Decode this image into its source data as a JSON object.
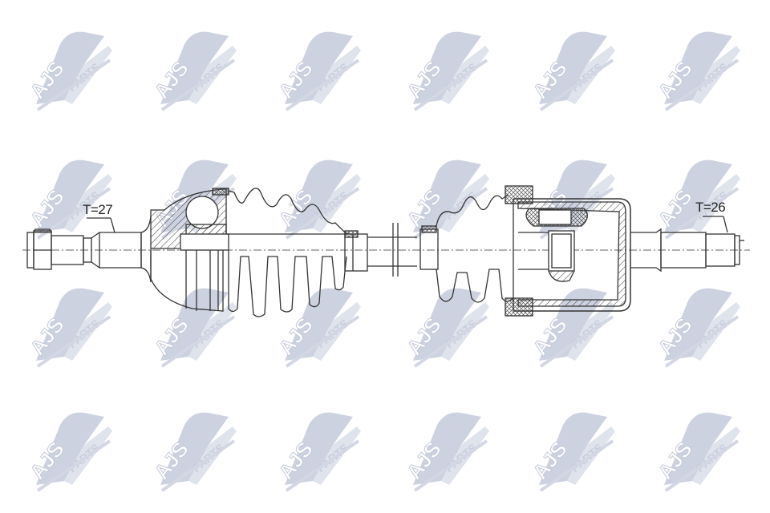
{
  "watermark": {
    "brand": "AJS",
    "sub": "PARTS",
    "color": "#c9cedd",
    "grid": {
      "columns_x": [
        85,
        240,
        395,
        555,
        712,
        868
      ],
      "rows_y": [
        85,
        245,
        405,
        560
      ]
    }
  },
  "drawing": {
    "subject": "drive-shaft-cv-joint-assembly",
    "line_color": "#333333",
    "left_spline_label": "T=27",
    "right_spline_label": "T=26"
  }
}
